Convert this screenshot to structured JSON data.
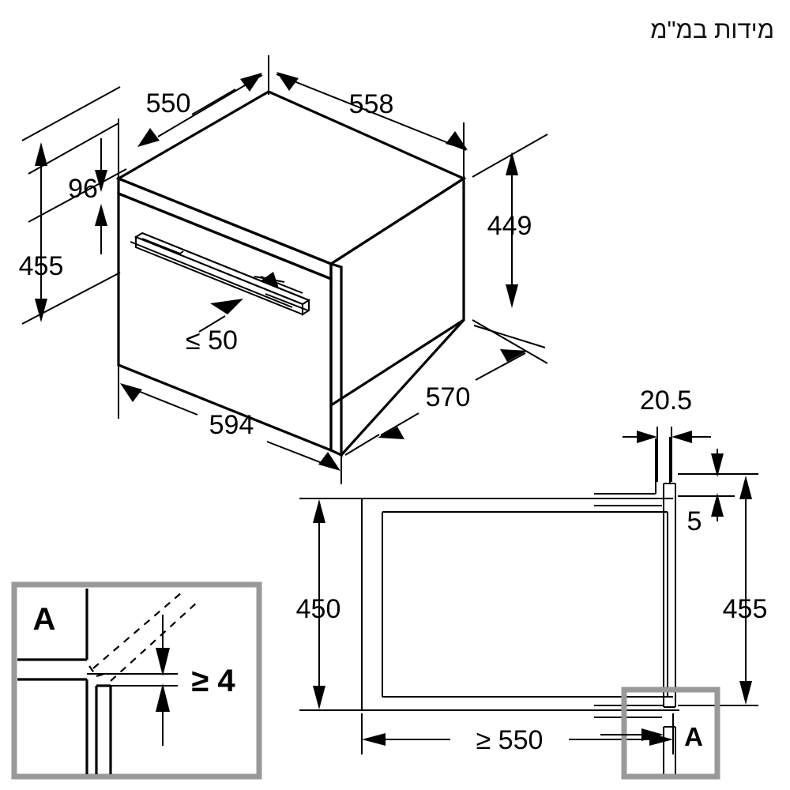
{
  "title": "מידות במ\"מ",
  "drawing": {
    "name": "built-in-oven-installation-dimensions",
    "units_note": "מידות במ\"מ",
    "views": [
      {
        "id": "isometric",
        "name": "appliance-isometric-view"
      },
      {
        "id": "niche-front",
        "name": "cabinet-niche-front-view"
      },
      {
        "id": "section-right",
        "name": "cabinet-section-side-view"
      },
      {
        "id": "detail-a",
        "name": "detail-a-enlarged-view"
      }
    ]
  },
  "isometric": {
    "dim_550": "550",
    "dim_558": "558",
    "dim_96": "96",
    "dim_455": "455",
    "dim_449": "449",
    "dim_594": "594",
    "dim_570": "570",
    "dim_handle": "≤ 50"
  },
  "niche": {
    "dim_450": "450",
    "dim_550min": "≥ 550"
  },
  "section": {
    "dim_205": "20.5",
    "dim_5": "5",
    "dim_455": "455",
    "detail_label": "A"
  },
  "detail_a": {
    "label": "A",
    "dim_4min": "≥ 4"
  },
  "colors": {
    "line": "#000000",
    "detail_box": "#999999",
    "background": "#ffffff"
  }
}
